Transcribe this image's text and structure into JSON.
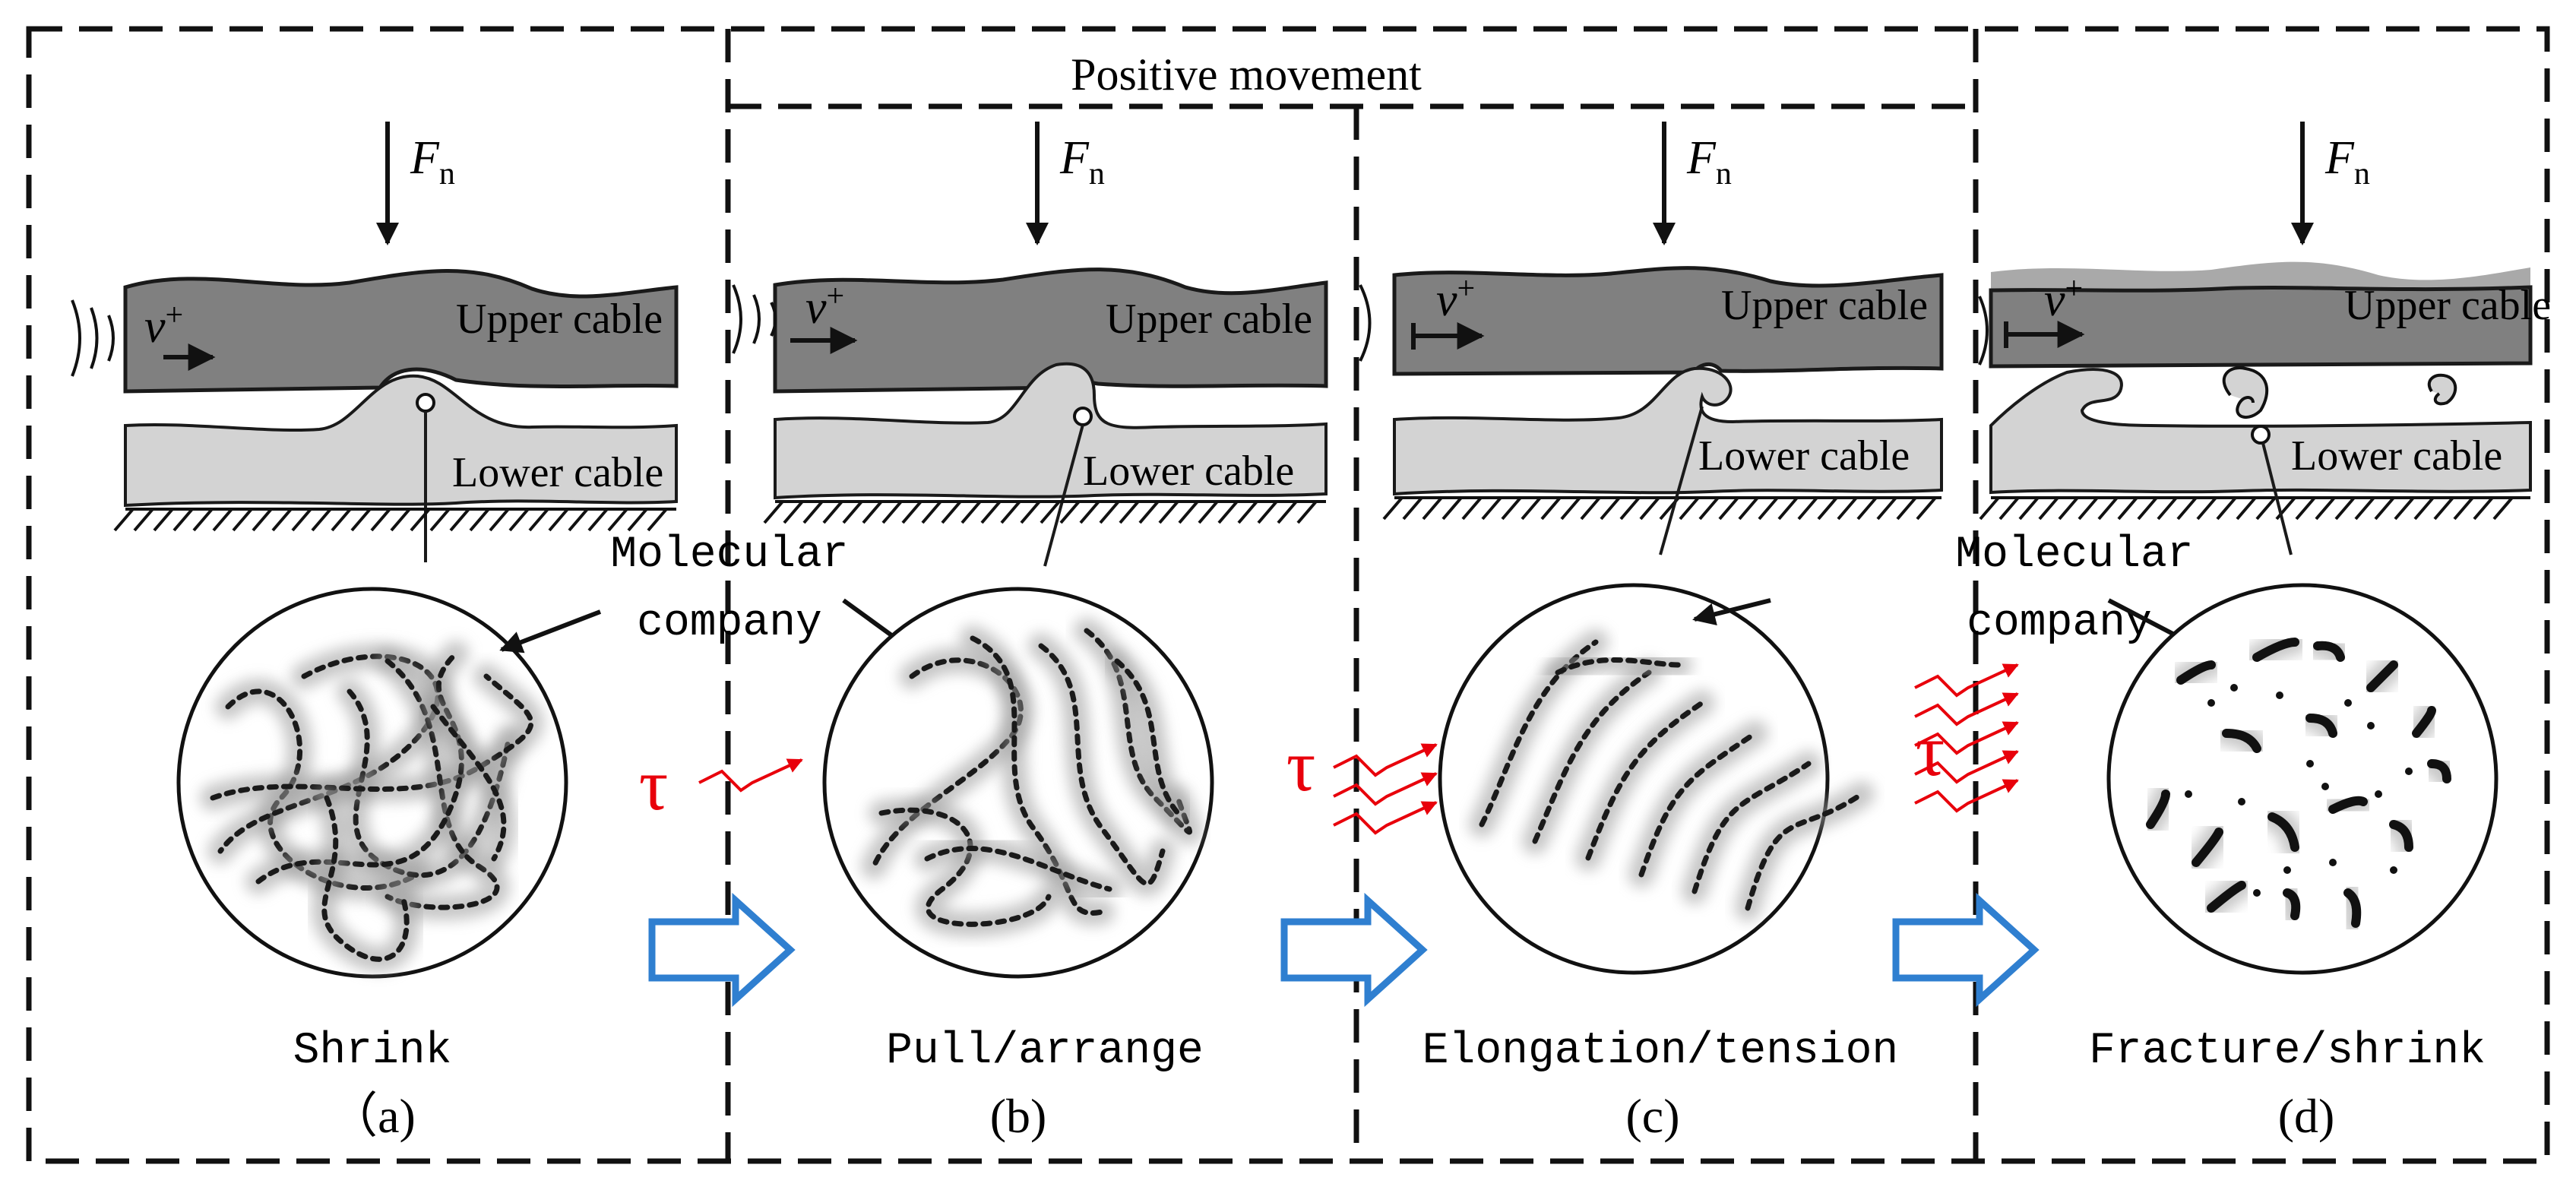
{
  "title": "Positive movement",
  "force_label": "F",
  "force_subscript": "n",
  "velocity_label": "v",
  "velocity_superscript": "+",
  "upper_cable_label": "Upper cable",
  "lower_cable_label": "Lower cable",
  "molecular_label_line1": "Molecular",
  "molecular_label_line2": "company",
  "tau_label": "τ",
  "panels": [
    {
      "caption": "Shrink",
      "letter": "（a)"
    },
    {
      "caption": "Pull/arrange",
      "letter": "(b)"
    },
    {
      "caption": "Elongation/tension",
      "letter": "(c)"
    },
    {
      "caption": "Fracture/shrink",
      "letter": "(d)"
    }
  ],
  "colors": {
    "upper_cable": "#808080",
    "lower_cable": "#d3d3d3",
    "shear_arrow": "#e8000b",
    "process_arrow": "#2f7fd0"
  },
  "shear_arrow_counts": [
    1,
    3,
    5
  ]
}
